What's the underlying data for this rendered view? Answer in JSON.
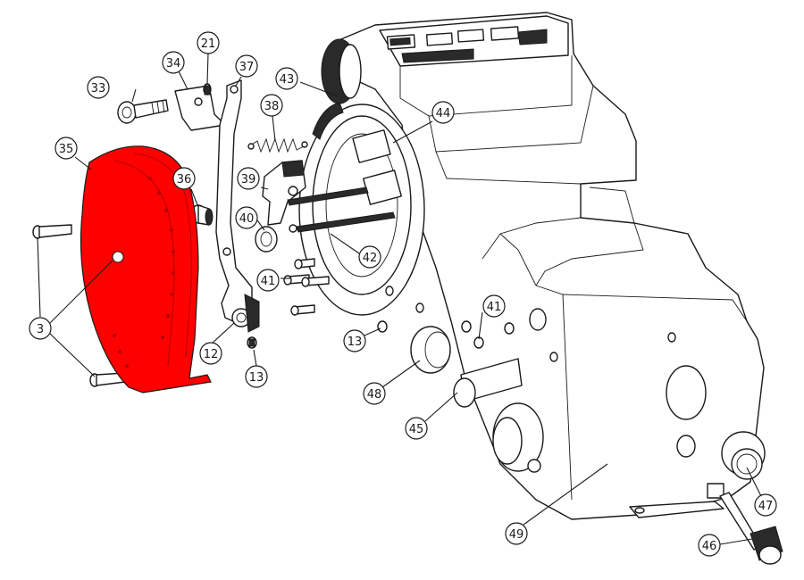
{
  "colors": {
    "highlight": "#ff0000",
    "line": "#1a1a1a",
    "background": "#ffffff"
  },
  "callouts": [
    {
      "label": "3"
    },
    {
      "label": "12"
    },
    {
      "label": "13"
    },
    {
      "label": "13"
    },
    {
      "label": "21"
    },
    {
      "label": "33"
    },
    {
      "label": "34"
    },
    {
      "label": "35"
    },
    {
      "label": "36"
    },
    {
      "label": "37"
    },
    {
      "label": "38"
    },
    {
      "label": "39"
    },
    {
      "label": "40"
    },
    {
      "label": "41"
    },
    {
      "label": "41"
    },
    {
      "label": "42"
    },
    {
      "label": "43"
    },
    {
      "label": "44"
    },
    {
      "label": "45"
    },
    {
      "label": "46"
    },
    {
      "label": "47"
    },
    {
      "label": "48"
    },
    {
      "label": "49"
    }
  ]
}
